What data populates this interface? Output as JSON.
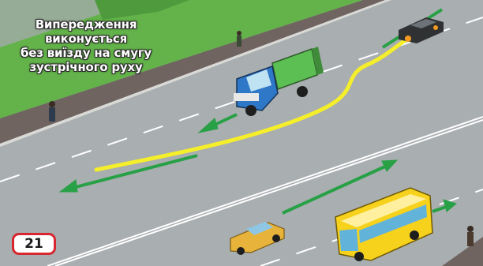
{
  "caption": {
    "line1": "Випередження",
    "line2": "виконується",
    "line3": "без виїзду на смугу",
    "line4": "зустрічного руху"
  },
  "badge": {
    "number": "21"
  },
  "colors": {
    "road": "#a9aeb0",
    "sidewalk": "#6f6460",
    "grass": "#63b34a",
    "lane_marking": "#ffffff",
    "overtaking_path": "#f5ee2a",
    "direction_arrow": "#27a046",
    "badge_border": "#d8262f",
    "truck_cab": "#2f78c8",
    "truck_bed": "#5bbf53",
    "bus": "#f7d21c",
    "taxi": "#e8b33a",
    "dark_car": "#2f3133"
  },
  "icons": [
    "truck-icon",
    "bus-icon",
    "car-icon",
    "pedestrian-icon",
    "direction-arrow-icon"
  ]
}
